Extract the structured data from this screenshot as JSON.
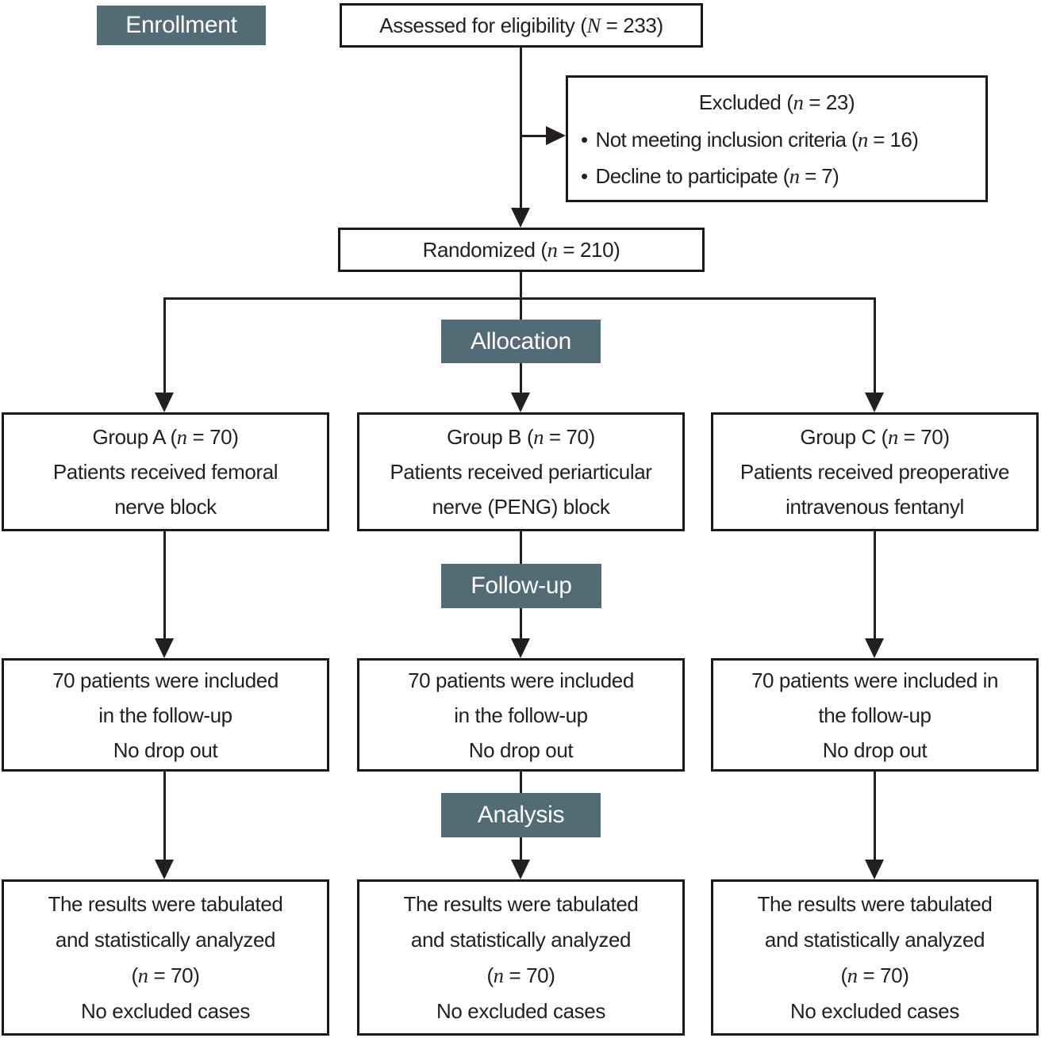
{
  "palette": {
    "stage_bg": "#516C75",
    "stage_text": "#FFFFFF",
    "box_bg": "#FFFFFF",
    "box_border": "#1A1A1A",
    "text": "#231F20",
    "connector": "#231F20"
  },
  "stages": {
    "enrollment": "Enrollment",
    "allocation": "Allocation",
    "followup": "Follow-up",
    "analysis": "Analysis"
  },
  "glyphs": {
    "bullet": "•"
  },
  "boxes": {
    "assessed": {
      "text": "Assessed for eligibility (N = 233)"
    },
    "excluded": {
      "title": "Excluded (n = 23)",
      "bullets": [
        "Not meeting inclusion criteria (n = 16)",
        "Decline to participate (n = 7)"
      ]
    },
    "randomized": {
      "text": "Randomized (n = 210)"
    },
    "allocation_groups": [
      {
        "lines": [
          "Group A (n = 70)",
          "Patients received femoral",
          "nerve block"
        ]
      },
      {
        "lines": [
          "Group B (n = 70)",
          "Patients received periarticular",
          "nerve (PENG) block"
        ]
      },
      {
        "lines": [
          "Group C (n = 70)",
          "Patients received preoperative",
          "intravenous fentanyl"
        ]
      }
    ],
    "followup_groups": [
      {
        "lines": [
          "70 patients were included",
          "in the follow-up",
          "No drop out"
        ]
      },
      {
        "lines": [
          "70 patients were included",
          "in the follow-up",
          "No drop out"
        ]
      },
      {
        "lines": [
          "70 patients were included in",
          "the follow-up",
          "No drop out"
        ]
      }
    ],
    "analysis_groups": [
      {
        "lines": [
          "The results were tabulated",
          "and statistically analyzed",
          "(n = 70)",
          "No excluded cases"
        ]
      },
      {
        "lines": [
          "The results were tabulated",
          "and statistically analyzed",
          "(n = 70)",
          "No excluded cases"
        ]
      },
      {
        "lines": [
          "The results were tabulated",
          "and statistically analyzed",
          "(n = 70)",
          "No excluded cases"
        ]
      }
    ]
  }
}
